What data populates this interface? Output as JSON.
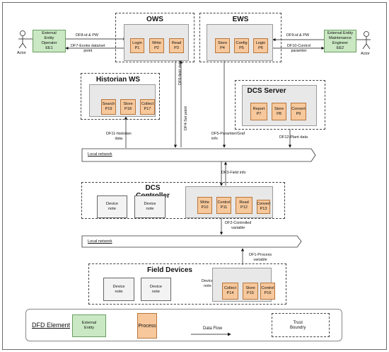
{
  "ows": {
    "title": "OWS",
    "processes": [
      "Login\nP1",
      "Write\nP2",
      "Read\nP3"
    ]
  },
  "ews": {
    "title": "EWS",
    "processes": [
      "Store\nP4",
      "Config\nP5",
      "Login\nP6"
    ]
  },
  "historian": {
    "title": "Historian WS",
    "processes": [
      "Search\nP19",
      "Store\nP18",
      "Collect\nP17"
    ]
  },
  "dcs_server": {
    "title": "DCS Server",
    "processes": [
      "Report\nP7",
      "Store\nP8",
      "Convert\nP9"
    ]
  },
  "dcs_controller": {
    "title": "DCS\nController",
    "processes": [
      "Write\nP10",
      "Control\nP11",
      "Read\nP12",
      "Convert\nP13"
    ],
    "devices": [
      "Device\nnote",
      "Device\nnote"
    ]
  },
  "field_devices": {
    "title": "Field Devices",
    "processes": [
      "Collect\nP14",
      "Store\nP15",
      "Control\nP16"
    ],
    "devices": [
      "Device\nnote",
      "Device\nnote"
    ],
    "side_label": "Device\nnote"
  },
  "entities": {
    "ee1": {
      "label": "External\nEntity\nOperator\nEE1",
      "actor": "Actor"
    },
    "ee2": {
      "label": "External Entity\nMaintenance\nEngineer\nEE2",
      "actor": "Actor"
    }
  },
  "flows": {
    "df8": "DF8-id & PW",
    "df7": "DF7-Evoke data/set\npoint",
    "df9": "DF9-id & PW",
    "df10": "DF10-Control\nparamter",
    "df6": "DF6-field data",
    "df4": "DF4-Set point",
    "df11": "DF11-historian\ndata",
    "df5": "DF5-Paramter/Graf\ninfo",
    "df12": "DF12-Plant data",
    "df3": "DF3-Field info",
    "df2": "DF2-Controlled\nvariable",
    "df1": "DF1-Process\nvariable"
  },
  "networks": {
    "local1": "Local network",
    "local2": "Local network"
  },
  "legend": {
    "title": "DFD Element",
    "external": "External\nEntity",
    "process": "Process",
    "data_flow": "Data Flow",
    "trust": "Trust\nBoundry"
  }
}
